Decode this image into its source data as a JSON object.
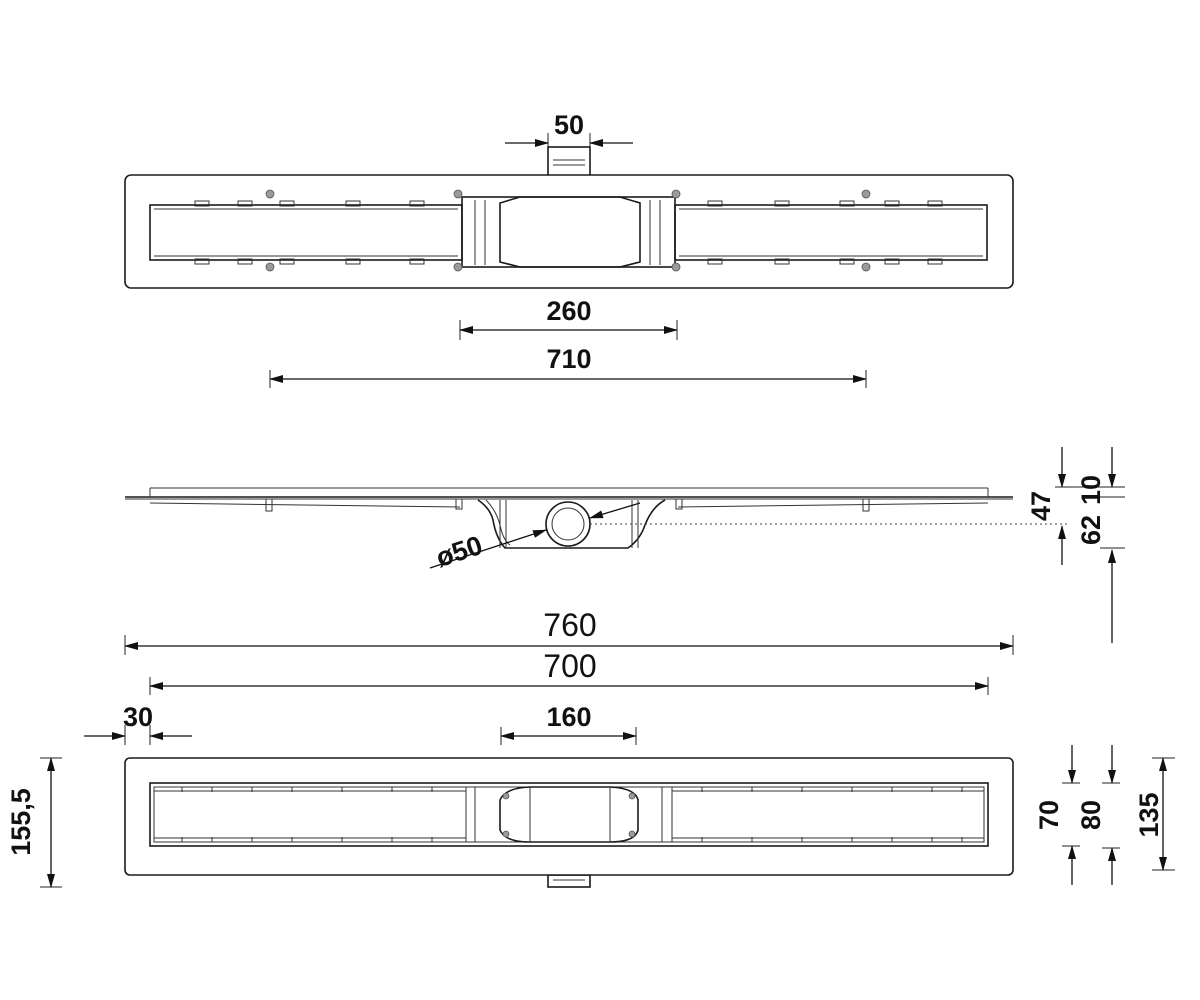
{
  "top_view": {
    "dim_outlet_width": "50",
    "dim_center_width": "260",
    "dim_bolt_span": "710"
  },
  "side_view": {
    "dim_outlet_diameter": "ø50",
    "dim_total_depth": "47",
    "dim_flange": "10",
    "dim_outlet_center": "62"
  },
  "overall": {
    "dim_total_length": "760",
    "dim_inner_length": "700"
  },
  "bottom_view": {
    "dim_edge_offset": "30",
    "dim_center_width": "160",
    "dim_height_left": "155,5",
    "dim_inner_height": "70",
    "dim_channel_height": "80",
    "dim_total_height": "135"
  }
}
